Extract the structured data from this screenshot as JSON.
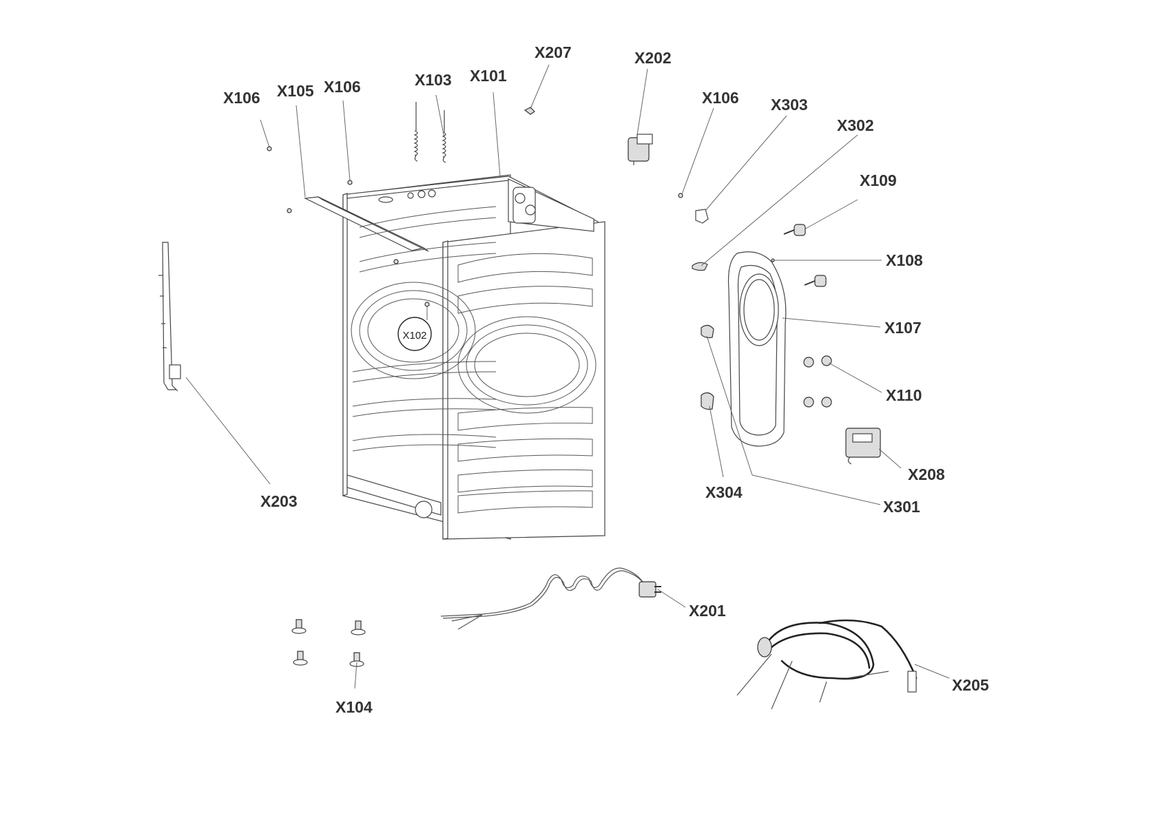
{
  "callouts": {
    "X106_a": "X106",
    "X105": "X105",
    "X106_b": "X106",
    "X103": "X103",
    "X101": "X101",
    "X207": "X207",
    "X202": "X202",
    "X106_c": "X106",
    "X303": "X303",
    "X302": "X302",
    "X109": "X109",
    "X108": "X108",
    "X107": "X107",
    "X110": "X110",
    "X208": "X208",
    "X304": "X304",
    "X301": "X301",
    "X203": "X203",
    "X102": "X102",
    "X201": "X201",
    "X205": "X205",
    "X104": "X104"
  }
}
